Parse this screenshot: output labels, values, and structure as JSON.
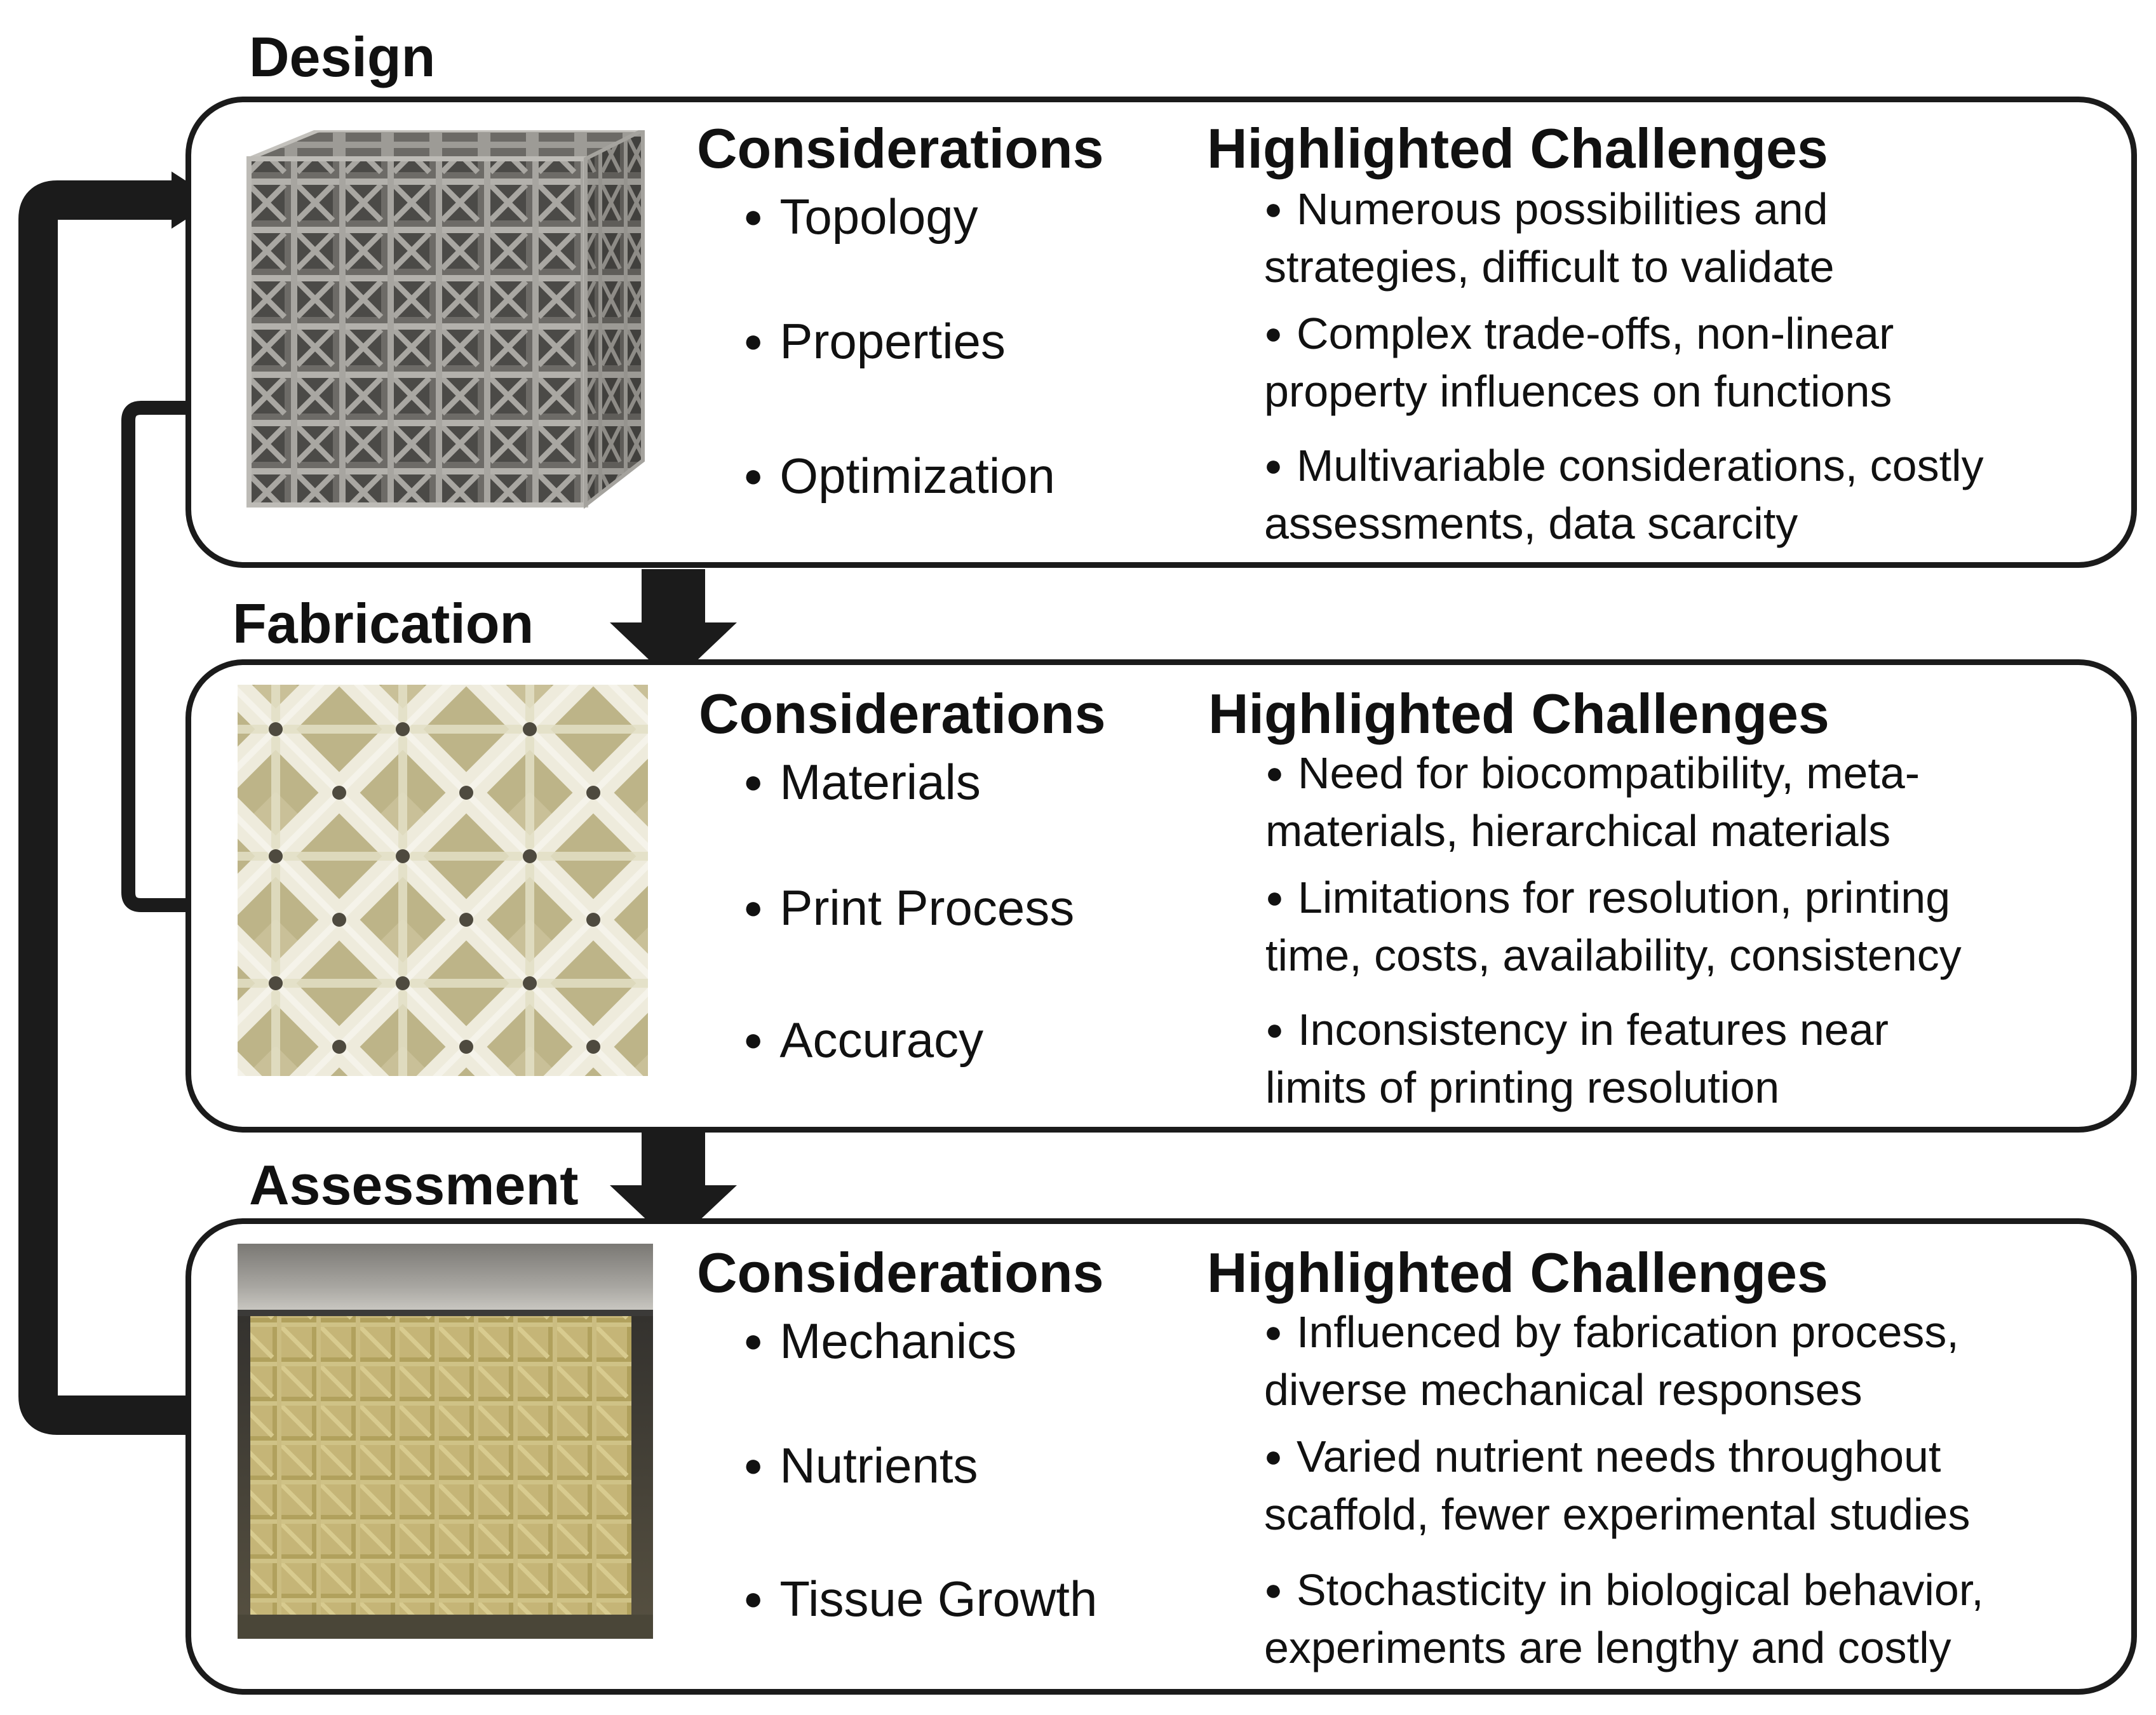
{
  "stages": [
    {
      "title": "Design",
      "considerations_heading": "Considerations",
      "challenges_heading": "Highlighted Challenges",
      "considerations": [
        "Topology",
        "Properties",
        "Optimization"
      ],
      "challenges": [
        "Numerous possibilities and\nstrategies, difficult to validate",
        "Complex trade-offs, non-linear\nproperty influences on functions",
        "Multivariable considerations, costly\nassessments, data scarcity"
      ]
    },
    {
      "title": "Fabrication",
      "considerations_heading": "Considerations",
      "challenges_heading": "Highlighted Challenges",
      "considerations": [
        "Materials",
        "Print Process",
        "Accuracy"
      ],
      "challenges": [
        "Need for biocompatibility, meta-\nmaterials, hierarchical materials",
        "Limitations for resolution, printing\ntime, costs, availability, consistency",
        "Inconsistency in features near\nlimits of printing resolution"
      ]
    },
    {
      "title": "Assessment",
      "considerations_heading": "Considerations",
      "challenges_heading": "Highlighted Challenges",
      "considerations": [
        "Mechanics",
        "Nutrients",
        "Tissue Growth"
      ],
      "challenges": [
        "Influenced by fabrication process,\ndiverse mechanical responses",
        "Varied nutrient needs throughout\nscaffold, fewer experimental studies",
        "Stochasticity in biological behavior,\nexperiments are lengthy and costly"
      ]
    }
  ],
  "colors": {
    "stroke": "#1b1b1b",
    "arrow": "#1b1b1b",
    "lattice_gray": "#8f8d88",
    "print_cream": "#e4e0c9",
    "sample_yellow": "#b2a264"
  }
}
